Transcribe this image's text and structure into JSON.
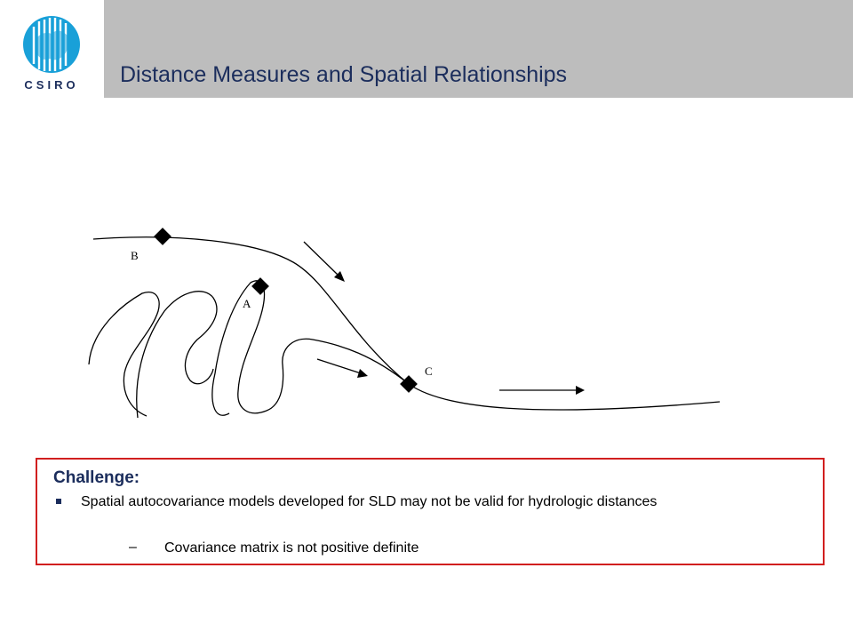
{
  "header": {
    "logo_text": "CSIRO",
    "title": "Distance Measures and Spatial Relationships"
  },
  "diagram": {
    "points": {
      "a": "A",
      "b": "B",
      "c": "C"
    }
  },
  "challenge": {
    "heading": "Challenge:",
    "bullet": "Spatial autocovariance models developed for SLD may not be valid for hydrologic distances",
    "sub_marker": "–",
    "sub_bullet": "Covariance matrix is not positive definite"
  },
  "colors": {
    "header_bar": "#bdbdbd",
    "title_text": "#1b2d5c",
    "logo_blue": "#19a0d8",
    "box_border": "#d11f1f"
  }
}
